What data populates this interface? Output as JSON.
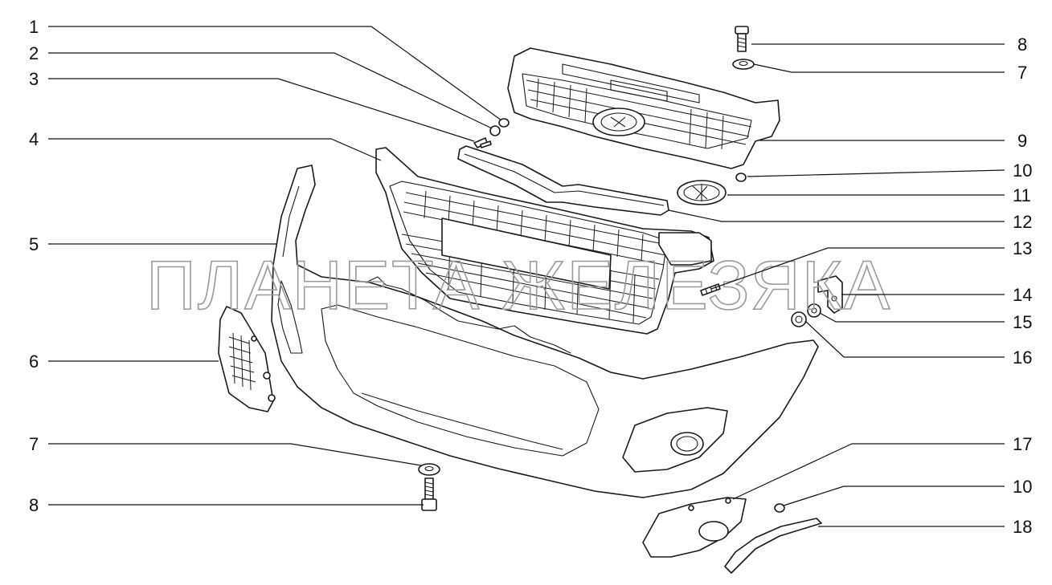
{
  "watermark": "ПЛАНЕТА ЖЕЛЕЗЯКА",
  "callouts_left": [
    "1",
    "2",
    "3",
    "4",
    "5",
    "6",
    "7",
    "8"
  ],
  "callouts_right": [
    "8",
    "7",
    "9",
    "10",
    "11",
    "12",
    "13",
    "14",
    "15",
    "16",
    "17",
    "10",
    "18"
  ]
}
